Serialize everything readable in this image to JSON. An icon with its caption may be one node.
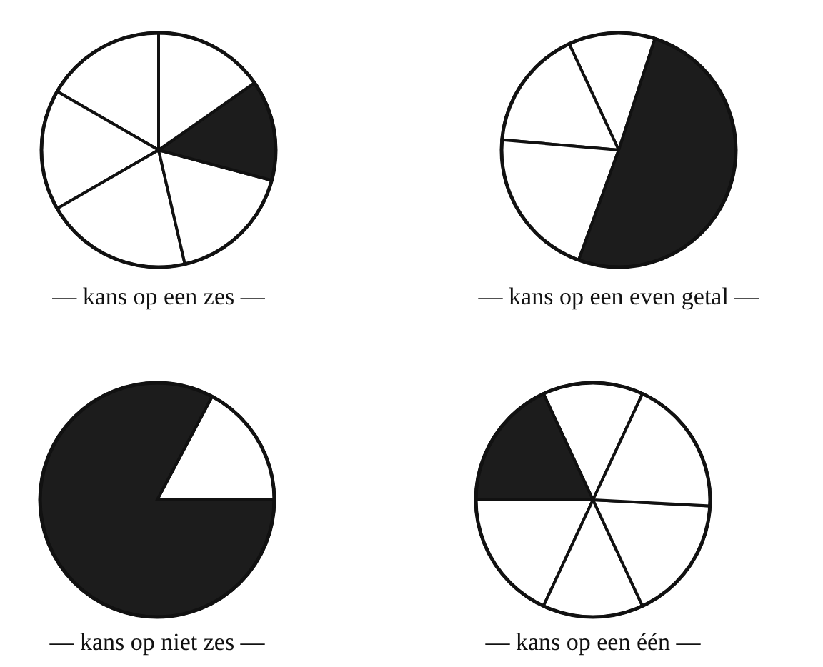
{
  "diagram": {
    "nodes": [
      {
        "text": [],
        "shape": "circle",
        "beside": [
          "— kans op een zes —"
        ]
      },
      {
        "text": [],
        "shape": "circle",
        "beside": [
          "— kans op een even getal —"
        ]
      },
      {
        "text": [],
        "shape": "circle",
        "beside": [
          "— kans op niet zes —"
        ]
      },
      {
        "text": [],
        "shape": "circle",
        "beside": [
          "— kans op een één —"
        ]
      }
    ]
  }
}
